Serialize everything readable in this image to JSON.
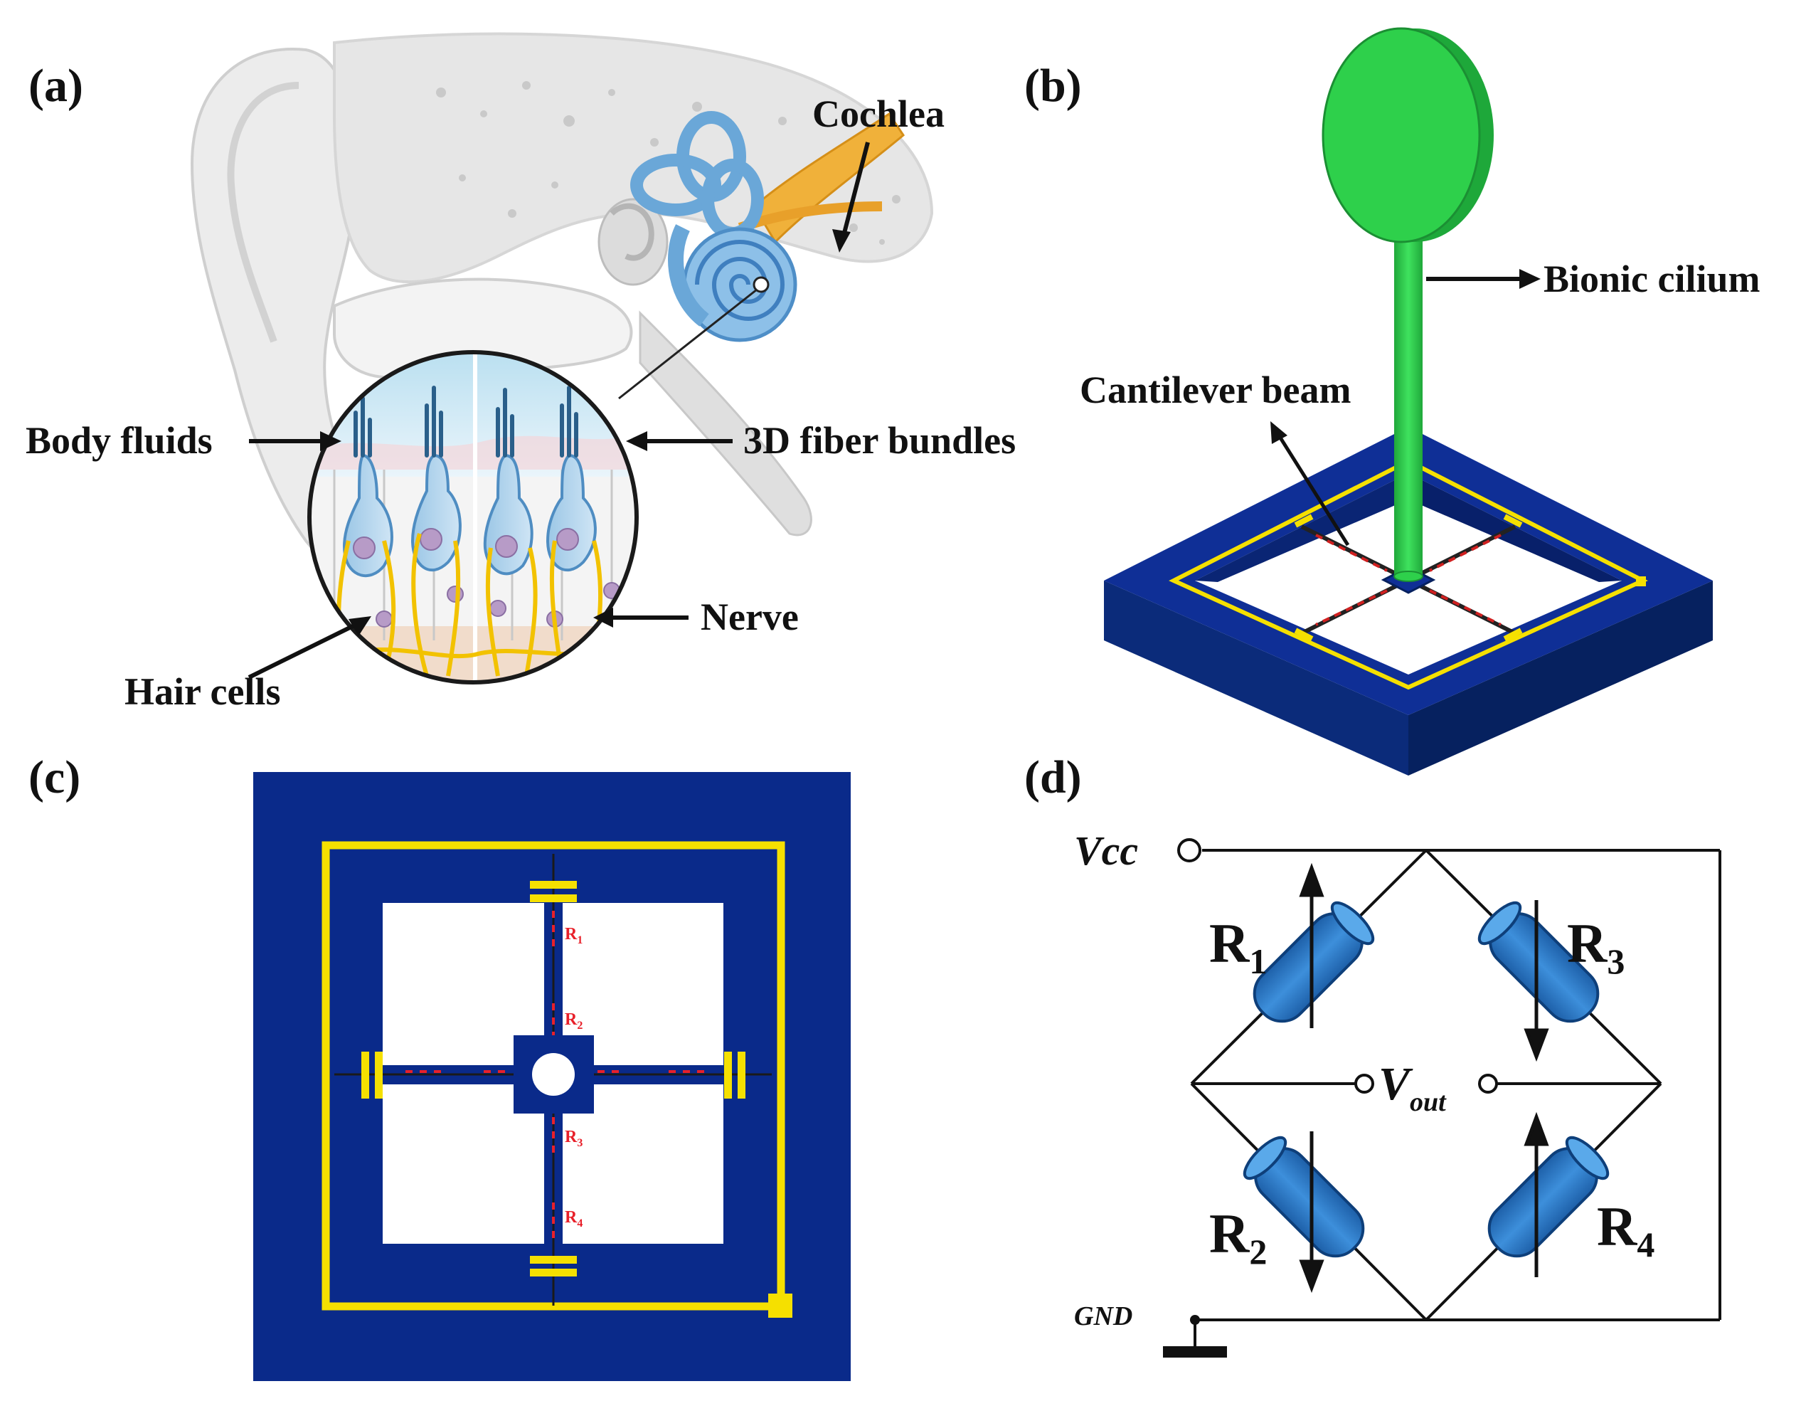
{
  "panels": {
    "a": {
      "letter": "(a)",
      "labels": {
        "cochlea": "Cochlea",
        "body_fluids": "Body fluids",
        "fiber_bundles": "3D fiber bundles",
        "nerve": "Nerve",
        "hair_cells": "Hair cells"
      }
    },
    "b": {
      "letter": "(b)",
      "labels": {
        "bionic_cilium": "Bionic cilium",
        "cantilever_beam": "Cantilever beam"
      }
    },
    "c": {
      "letter": "(c)",
      "resistors": [
        {
          "base": "R",
          "sub": "1"
        },
        {
          "base": "R",
          "sub": "2"
        },
        {
          "base": "R",
          "sub": "3"
        },
        {
          "base": "R",
          "sub": "4"
        }
      ]
    },
    "d": {
      "letter": "(d)",
      "vcc": "Vcc",
      "gnd": "GND",
      "vout": {
        "base": "V",
        "sub": "out"
      },
      "resistors": [
        {
          "base": "R",
          "sub": "1"
        },
        {
          "base": "R",
          "sub": "2"
        },
        {
          "base": "R",
          "sub": "3"
        },
        {
          "base": "R",
          "sub": "4"
        }
      ]
    }
  },
  "colors": {
    "substrate_blue": "#0a2a8a",
    "gold_trace": "#f5e000",
    "cilium_green": "#2ed04b",
    "resistor_blue": "#2f7fcf",
    "cochlea_blue": "#7fb6df",
    "nerve_yellow": "#f2c200"
  }
}
